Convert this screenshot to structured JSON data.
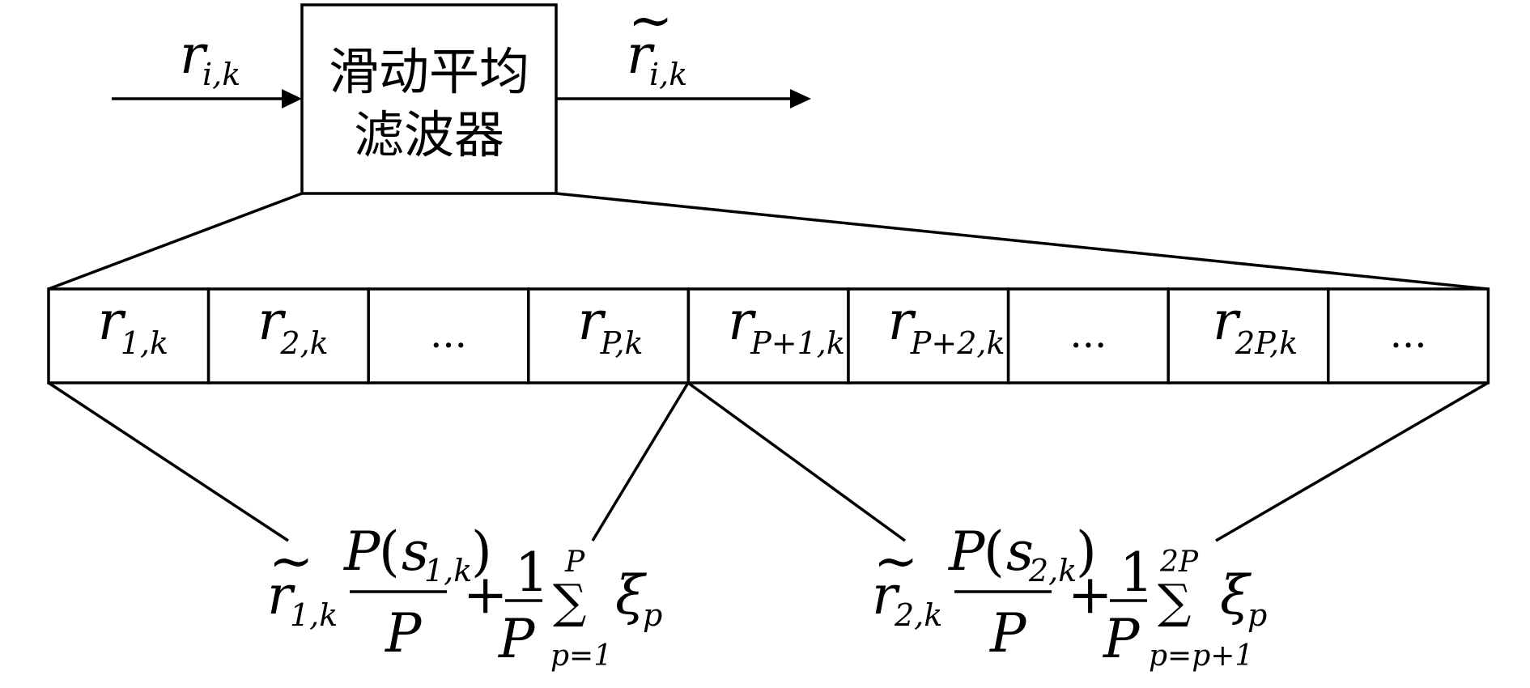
{
  "filter_box": {
    "label_line1": "滑动平均",
    "label_line2": "滤波器"
  },
  "input_label": {
    "base": "r",
    "sub": "i,k"
  },
  "output_label": {
    "tilde": "~",
    "base": "r",
    "sub": "i,k"
  },
  "cells": [
    {
      "base": "r",
      "sub": "1,k"
    },
    {
      "base": "r",
      "sub": "2,k"
    },
    {
      "text": "..."
    },
    {
      "base": "r",
      "sub": "P,k"
    },
    {
      "base": "r",
      "sub": "P+1,k"
    },
    {
      "base": "r",
      "sub": "P+2,k"
    },
    {
      "text": "..."
    },
    {
      "base": "r",
      "sub": "2P,k"
    },
    {
      "text": "..."
    }
  ],
  "formulas": [
    {
      "lhs_tilde": "~",
      "lhs_base": "r",
      "lhs_sub": "1,k",
      "num_P": "P",
      "num_open": "(",
      "num_s": "s",
      "num_s_sub": "1,k",
      "num_close": ")",
      "den": "P",
      "plus": "+",
      "frac_num": "1",
      "frac_den": "P",
      "sum_upper": "P",
      "sum_sign": "∑",
      "sum_lower": "p=1",
      "xi": "ξ",
      "xi_sub": "p"
    },
    {
      "lhs_tilde": "~",
      "lhs_base": "r",
      "lhs_sub": "2,k",
      "num_P": "P",
      "num_open": "(",
      "num_s": "s",
      "num_s_sub": "2,k",
      "num_close": ")",
      "den": "P",
      "plus": "+",
      "frac_num": "1",
      "frac_den": "P",
      "sum_upper": "2P",
      "sum_sign": "∑",
      "sum_lower": "p=p+1",
      "xi": "ξ",
      "xi_sub": "p"
    }
  ]
}
